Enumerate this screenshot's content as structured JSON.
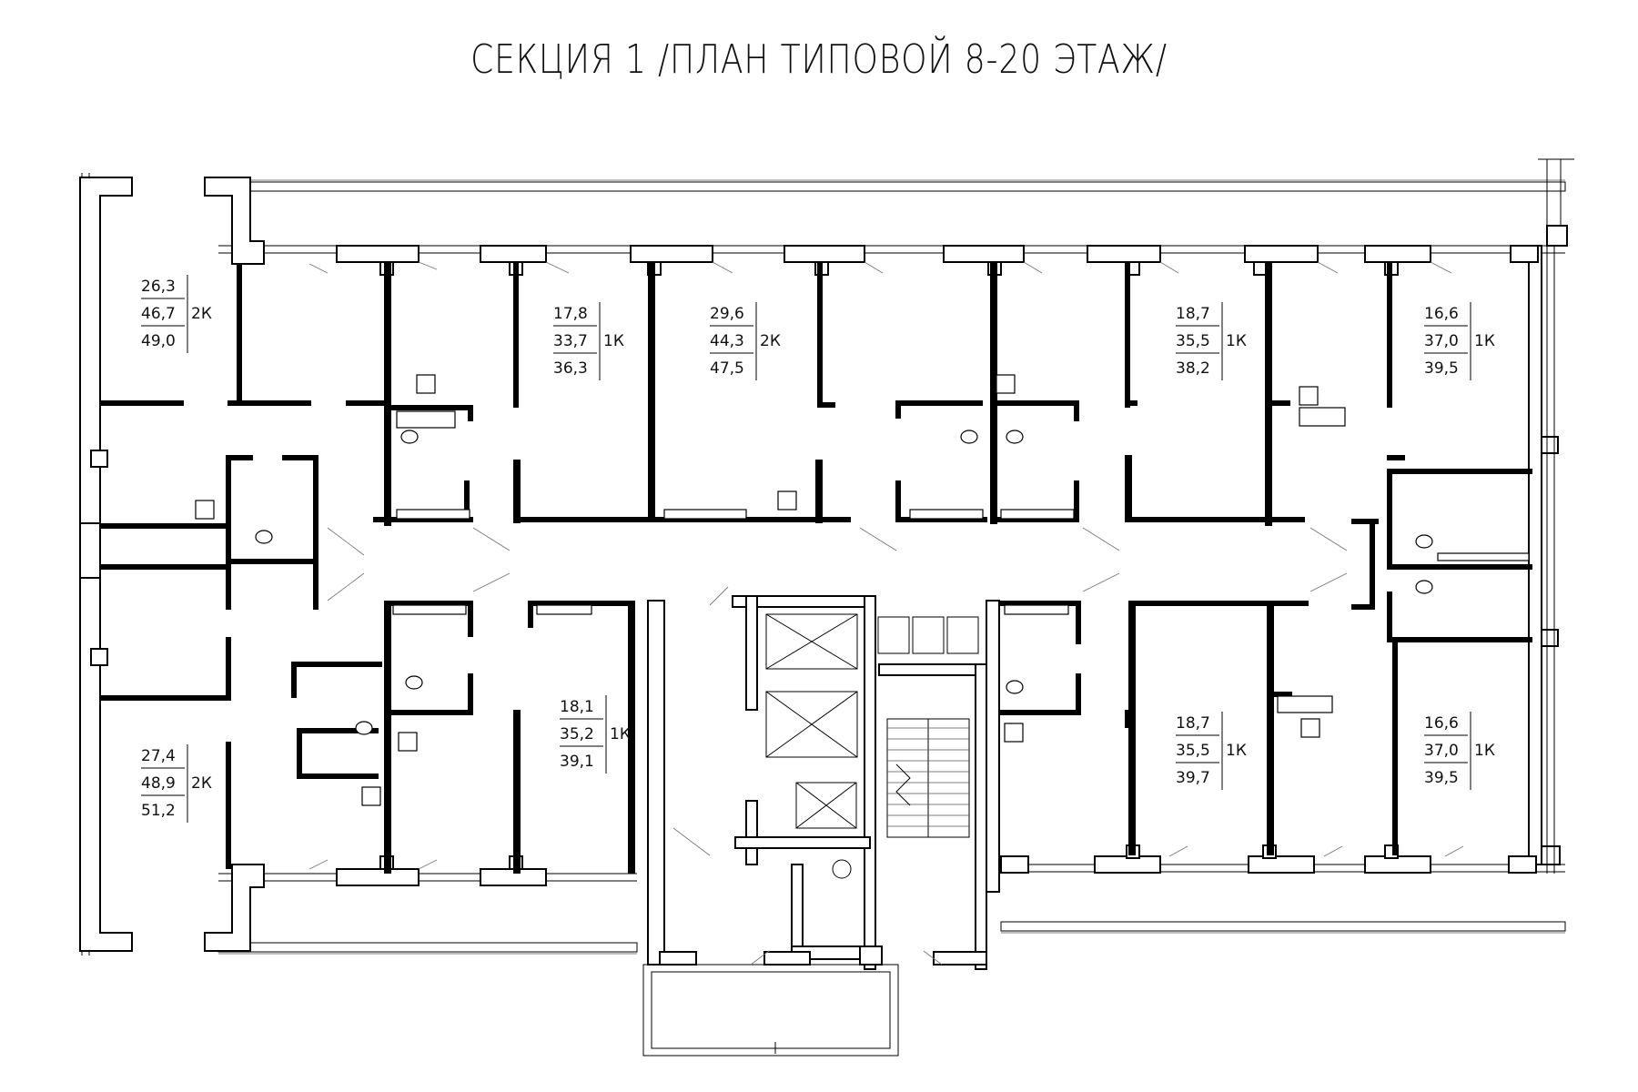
{
  "title": "СЕКЦИЯ 1 /ПЛАН ТИПОВОЙ 8-20 ЭТАЖ/",
  "apartments": [
    {
      "id": "apt-1",
      "living": "26,3",
      "total": "46,7",
      "with_balcony": "49,0",
      "rooms": "2К"
    },
    {
      "id": "apt-2",
      "living": "17,8",
      "total": "33,7",
      "with_balcony": "36,3",
      "rooms": "1К"
    },
    {
      "id": "apt-3",
      "living": "29,6",
      "total": "44,3",
      "with_balcony": "47,5",
      "rooms": "2К"
    },
    {
      "id": "apt-4",
      "living": "18,7",
      "total": "35,5",
      "with_balcony": "38,2",
      "rooms": "1К"
    },
    {
      "id": "apt-5",
      "living": "16,6",
      "total": "37,0",
      "with_balcony": "39,5",
      "rooms": "1К"
    },
    {
      "id": "apt-6",
      "living": "27,4",
      "total": "48,9",
      "with_balcony": "51,2",
      "rooms": "2К"
    },
    {
      "id": "apt-7",
      "living": "18,1",
      "total": "35,2",
      "with_balcony": "39,1",
      "rooms": "1К"
    },
    {
      "id": "apt-8",
      "living": "18,7",
      "total": "35,5",
      "with_balcony": "39,7",
      "rooms": "1К"
    },
    {
      "id": "apt-9",
      "living": "16,6",
      "total": "37,0",
      "with_balcony": "39,5",
      "rooms": "1К"
    }
  ]
}
